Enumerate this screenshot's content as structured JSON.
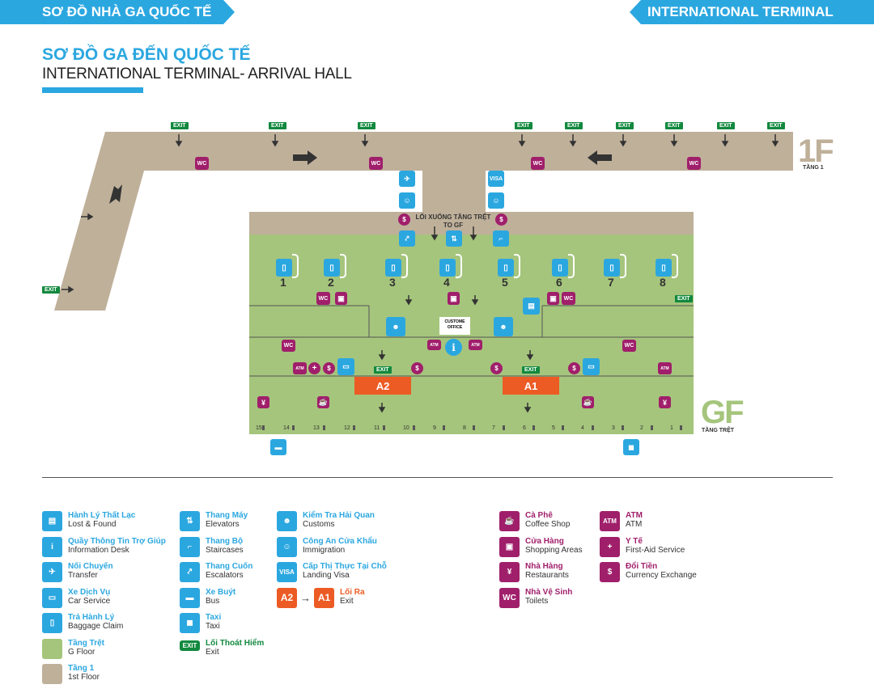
{
  "header": {
    "left_title": "SƠ ĐỒ NHÀ GA QUỐC TẾ",
    "right_title": "INTERNATIONAL TERMINAL"
  },
  "title": {
    "vi": "SƠ ĐỒ GA ĐẾN QUỐC TẾ",
    "en": "INTERNATIONAL TERMINAL- ARRIVAL HALL"
  },
  "colors": {
    "blue": "#2ba7e0",
    "magenta": "#a01f6b",
    "green_floor": "#a5c57c",
    "tan_floor": "#bfb09a",
    "exit_green": "#12893e",
    "orange": "#ec5b24"
  },
  "map": {
    "floor1": {
      "label": "1F",
      "sub": "TẦNG 1"
    },
    "groundfloor": {
      "label": "GF",
      "sub": "TẦNG TRỆT"
    },
    "exit_label": "EXIT",
    "wc_label": "WC",
    "atm_label": "ATM",
    "visa_label": "VISA",
    "stairs_down": {
      "vi": "LỐI XUỐNG TẦNG TRỆT",
      "en": "TO GF"
    },
    "customs_office": {
      "line1": "CUSTOME",
      "line2": "OFFICE"
    },
    "gates": [
      "A2",
      "A1"
    ],
    "baggage_belts": [
      "1",
      "2",
      "3",
      "4",
      "5",
      "6",
      "7",
      "8"
    ],
    "stands": [
      "15",
      "14",
      "13",
      "12",
      "11",
      "10",
      "9",
      "8",
      "7",
      "6",
      "5",
      "4",
      "3",
      "2",
      "1"
    ]
  },
  "legend": {
    "col1": [
      {
        "icon": "suitcase-icon",
        "vi": "Hành Lý Thất Lạc",
        "en": "Lost & Found"
      },
      {
        "icon": "info-icon",
        "vi": "Quầy Thông Tin Trợ Giúp",
        "en": "Information Desk"
      },
      {
        "icon": "transfer-plane-icon",
        "vi": "Nối Chuyến",
        "en": "Transfer"
      },
      {
        "icon": "car-icon",
        "vi": "Xe Dịch Vụ",
        "en": "Car Service"
      },
      {
        "icon": "luggage-icon",
        "vi": "Trả Hành Lý",
        "en": "Baggage Claim"
      },
      {
        "icon": "green-swatch",
        "vi": "Tầng Trệt",
        "en": "G Floor"
      },
      {
        "icon": "tan-swatch",
        "vi": "Tầng 1",
        "en": "1st Floor"
      }
    ],
    "col2": [
      {
        "icon": "elevator-icon",
        "vi": "Thang Máy",
        "en": "Elevators"
      },
      {
        "icon": "stairs-icon",
        "vi": "Thang Bộ",
        "en": "Staircases"
      },
      {
        "icon": "escalator-icon",
        "vi": "Thang Cuốn",
        "en": "Escalators"
      },
      {
        "icon": "bus-icon",
        "vi": "Xe Buýt",
        "en": "Bus"
      },
      {
        "icon": "taxi-icon",
        "vi": "Taxi",
        "en": "Taxi"
      },
      {
        "icon": "exit-sign-icon",
        "vi": "Lối Thoát Hiểm",
        "en": "Exit"
      }
    ],
    "col3": [
      {
        "icon": "customs-icon",
        "vi": "Kiểm Tra Hải Quan",
        "en": "Customs"
      },
      {
        "icon": "immigration-icon",
        "vi": "Công An Cửa Khẩu",
        "en": "Immigration"
      },
      {
        "icon": "visa-icon",
        "vi": "Cấp Thị Thực Tại Chỗ",
        "en": "Landing Visa"
      },
      {
        "icon": "gate-exit-icon",
        "vi": "Lối Ra",
        "en": "Exit"
      }
    ],
    "col4": [
      {
        "icon": "coffee-icon",
        "vi": "Cà Phê",
        "en": "Coffee Shop"
      },
      {
        "icon": "gift-icon",
        "vi": "Cửa Hàng",
        "en": "Shopping Areas"
      },
      {
        "icon": "restaurant-icon",
        "vi": "Nhà Hàng",
        "en": "Restaurants"
      },
      {
        "icon": "wc-icon",
        "vi": "Nhà Vệ Sinh",
        "en": "Toilets"
      }
    ],
    "col5": [
      {
        "icon": "atm-icon",
        "vi": "ATM",
        "en": "ATM"
      },
      {
        "icon": "first-aid-icon",
        "vi": "Y Tế",
        "en": "First-Aid Service"
      },
      {
        "icon": "currency-icon",
        "vi": "Đổi Tiền",
        "en": "Currency Exchange"
      }
    ]
  }
}
